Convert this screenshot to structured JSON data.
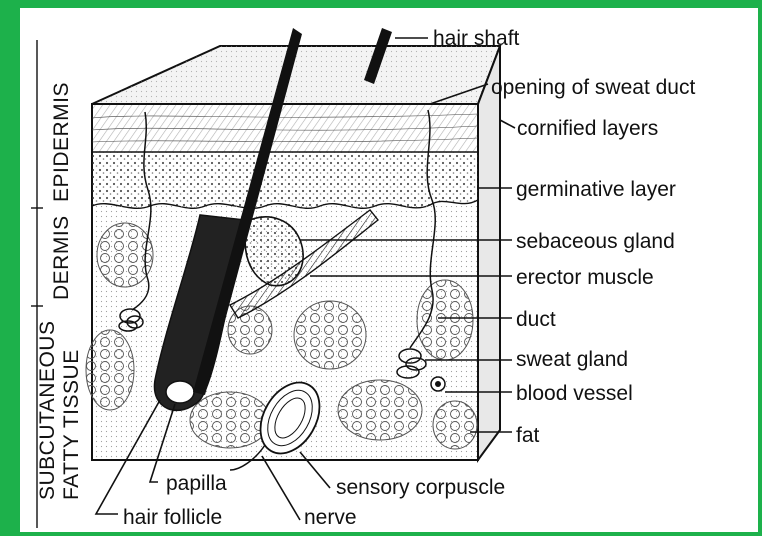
{
  "labels": {
    "hair_shaft": "hair shaft",
    "opening_of_sweat_duct": "opening of sweat duct",
    "cornified_layers": "cornified layers",
    "germinative_layer": "germinative layer",
    "sebaceous_gland": "sebaceous gland",
    "erector_muscle": "erector muscle",
    "duct": "duct",
    "sweat_gland": "sweat gland",
    "blood_vessel": "blood vessel",
    "fat": "fat",
    "papilla": "papilla",
    "sensory_corpuscle": "sensory corpuscle",
    "hair_follicle": "hair follicle",
    "nerve": "nerve"
  },
  "layers": {
    "epidermis": "EPIDERMIS",
    "dermis": "DERMIS",
    "subcutaneous": "SUBCUTANEOUS",
    "fatty_tissue": "FATTY TISSUE"
  },
  "colors": {
    "frame": "#1db14b",
    "panel": "#ffffff",
    "ink": "#111111"
  }
}
